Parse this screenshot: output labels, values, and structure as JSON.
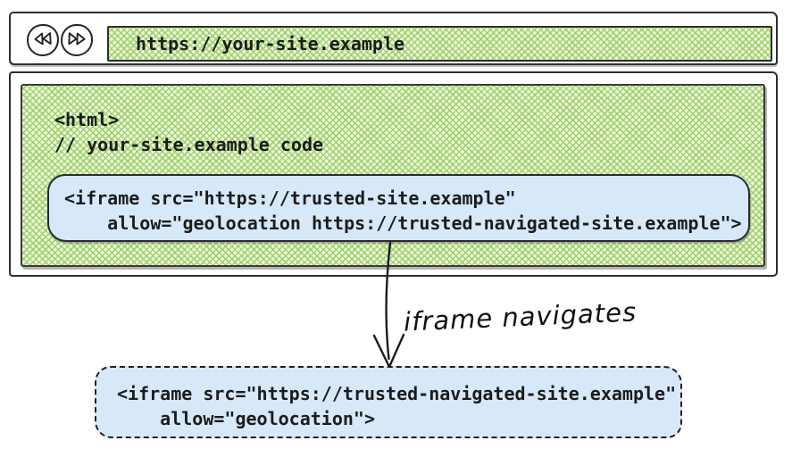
{
  "toolbar": {
    "url": "https://your-site.example"
  },
  "page": {
    "code_line_1": "<html>",
    "code_line_2": "// your-site.example code"
  },
  "embedded_iframe": {
    "code_line_1": "<iframe src=\"https://trusted-site.example\"",
    "code_line_2": "    allow=\"geolocation https://trusted-navigated-site.example\">"
  },
  "flow": {
    "arrow_label": "iframe navigates"
  },
  "navigated_iframe": {
    "code_line_1": "<iframe src=\"https://trusted-navigated-site.example\"",
    "code_line_2": "    allow=\"geolocation\">"
  },
  "colors": {
    "green_hatch": "#94cc5c",
    "green_fill": "#eef7dd",
    "blue_fill": "#d7e8f9",
    "ink": "#2e2e2e"
  }
}
